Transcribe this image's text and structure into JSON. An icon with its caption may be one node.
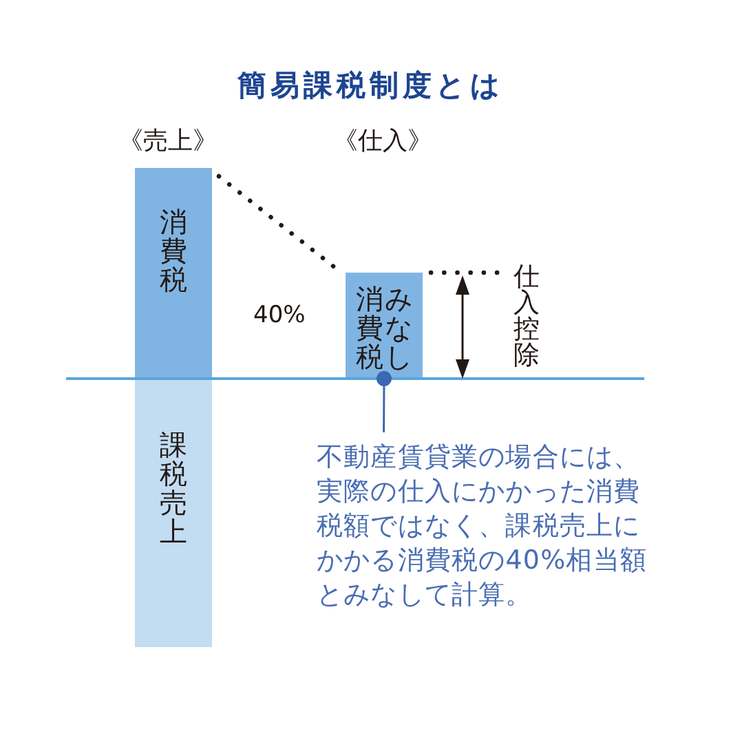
{
  "diagram": {
    "title": "簡易課税制度とは",
    "nodes": [
      {
        "text": [
          "消費税"
        ]
      },
      {
        "text": [
          "課税売上"
        ]
      },
      {
        "text": [
          "みなし消費税"
        ]
      },
      {
        "text": [
          "不動産賃貸業の場合には、実際の仕入にかかった消費税額ではなく、課税売上にかかる消費税の40%相当額とみなして計算。"
        ]
      }
    ],
    "edges": [
      {
        "from": 0,
        "to": 2,
        "arrow": "none",
        "style": "dashed"
      },
      {
        "from": 3,
        "to": 2,
        "arrow": "other",
        "color": "#3b67b3"
      }
    ],
    "labels": [
      "《売上》",
      "《仕入》",
      "40%",
      "仕入控除"
    ]
  }
}
